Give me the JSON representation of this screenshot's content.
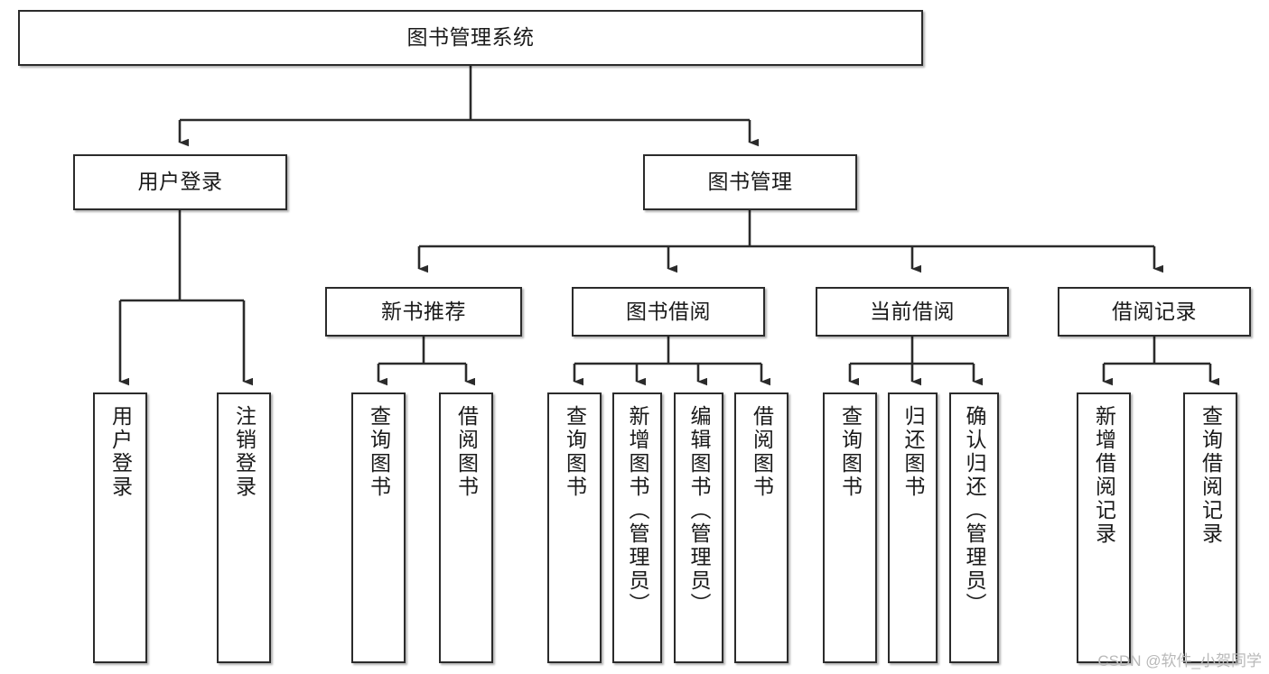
{
  "diagram": {
    "title": "图书管理系统",
    "watermark": "CSDN @软件_小贺同学",
    "colors": {
      "background": "#ffffff",
      "node_fill": "#ffffff",
      "node_border": "#2b2b2b",
      "edge": "#2b2b2b",
      "text": "#1a1a1a",
      "watermark": "#b9b9b9"
    }
  },
  "nodes": {
    "root": {
      "label": "图书管理系统"
    },
    "level1": [
      {
        "label": "用户登录"
      },
      {
        "label": "图书管理"
      }
    ],
    "level2": [
      {
        "label": "新书推荐"
      },
      {
        "label": "图书借阅"
      },
      {
        "label": "当前借阅"
      },
      {
        "label": "借阅记录"
      }
    ],
    "leaves": {
      "user_login": [
        {
          "label": "用户登录"
        },
        {
          "label": "注销登录"
        }
      ],
      "new_book": [
        {
          "label": "查询图书"
        },
        {
          "label": "借阅图书"
        }
      ],
      "book_borrow": [
        {
          "label": "查询图书"
        },
        {
          "label": "新增图书（管理员）"
        },
        {
          "label": "编辑图书（管理员）"
        },
        {
          "label": "借阅图书"
        }
      ],
      "current_borrow": [
        {
          "label": "查询图书"
        },
        {
          "label": "归还图书"
        },
        {
          "label": "确认归还（管理员）"
        }
      ],
      "borrow_record": [
        {
          "label": "新增借阅记录"
        },
        {
          "label": "查询借阅记录"
        }
      ]
    }
  }
}
